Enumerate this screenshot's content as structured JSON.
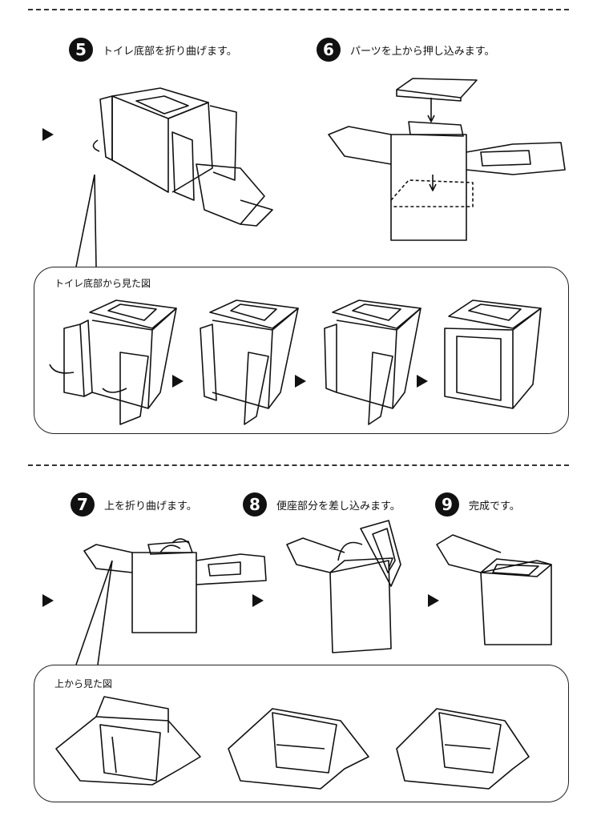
{
  "steps": [
    {
      "number": "5",
      "caption": "トイレ底部を折り曲げます。"
    },
    {
      "number": "6",
      "caption": "パーツを上から押し込みます。"
    },
    {
      "number": "7",
      "caption": "上を折り曲げます。"
    },
    {
      "number": "8",
      "caption": "便座部分を差し込みます。"
    },
    {
      "number": "9",
      "caption": "完成です。"
    }
  ],
  "callouts": {
    "bottom_view": "トイレ底部から見た図",
    "top_view": "上から見た図"
  }
}
